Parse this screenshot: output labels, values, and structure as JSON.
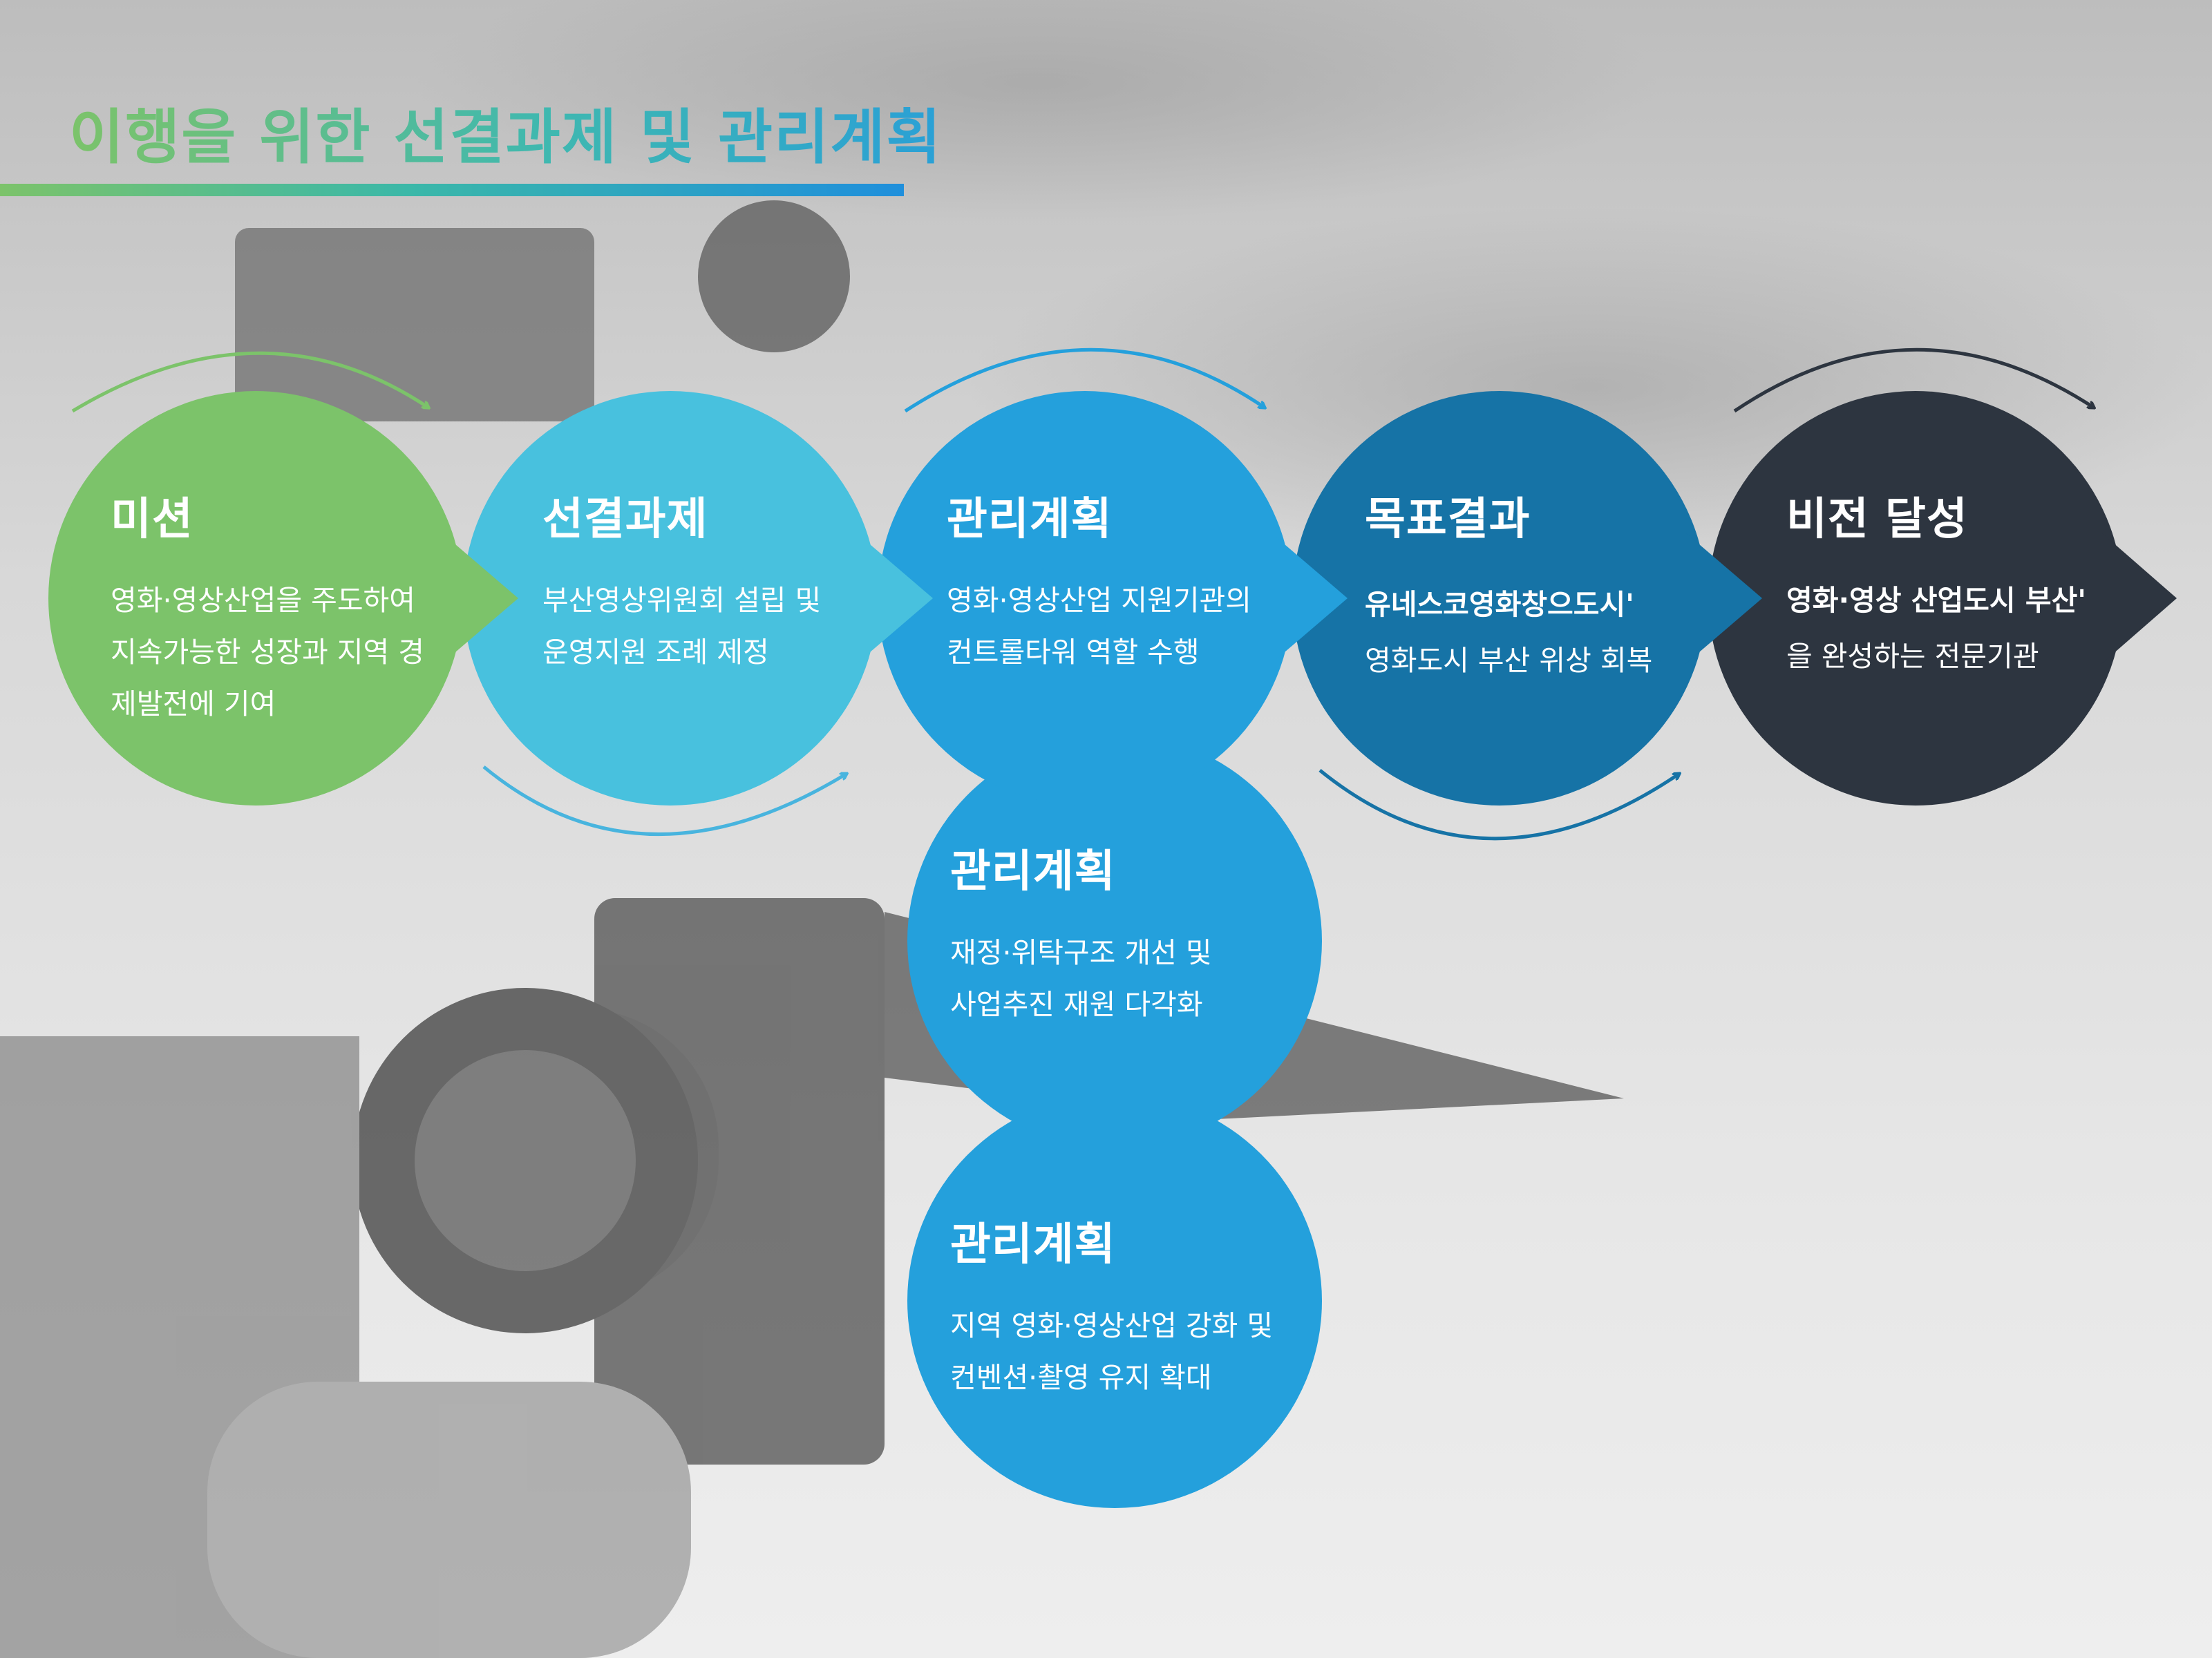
{
  "title": "이행을 위한 선결과제 및 관리계획",
  "colors": {
    "mission": "#7cc36a",
    "prerequisite": "#48c1de",
    "plan": "#24a0dc",
    "goal": "#1673a6",
    "vision": "#2d3540"
  },
  "nodes": [
    {
      "id": "mission",
      "title": "미션",
      "lines": [
        "영화·영상산업을 주도하여",
        "지속가능한 성장과 지역 경",
        "제발전에 기여"
      ]
    },
    {
      "id": "prerequisite",
      "title": "선결과제",
      "lines": [
        "부산영상위원회 설립 및",
        "운영지원 조례 제정"
      ]
    },
    {
      "id": "plan1",
      "title": "관리계획",
      "lines": [
        "영화·영상산업 지원기관의",
        "컨트롤타워 역할 수행"
      ]
    },
    {
      "id": "goal",
      "title": "목표결과",
      "lines": [
        "유네스코영화창으도시'",
        "영화도시 부산 위상 회복"
      ]
    },
    {
      "id": "vision",
      "title": "비전 달성",
      "lines": [
        "영화·영상 산업도시 부산'",
        "을 완성하는 전문기관"
      ]
    },
    {
      "id": "plan2",
      "title": "관리계획",
      "lines": [
        "재정·위탁구조 개선 및",
        "사업추진 재원 다각화"
      ]
    },
    {
      "id": "plan3",
      "title": "관리계획",
      "lines": [
        "지역 영화·영상산업 강화 및",
        "컨벤션·촬영 유지 확대"
      ]
    }
  ]
}
